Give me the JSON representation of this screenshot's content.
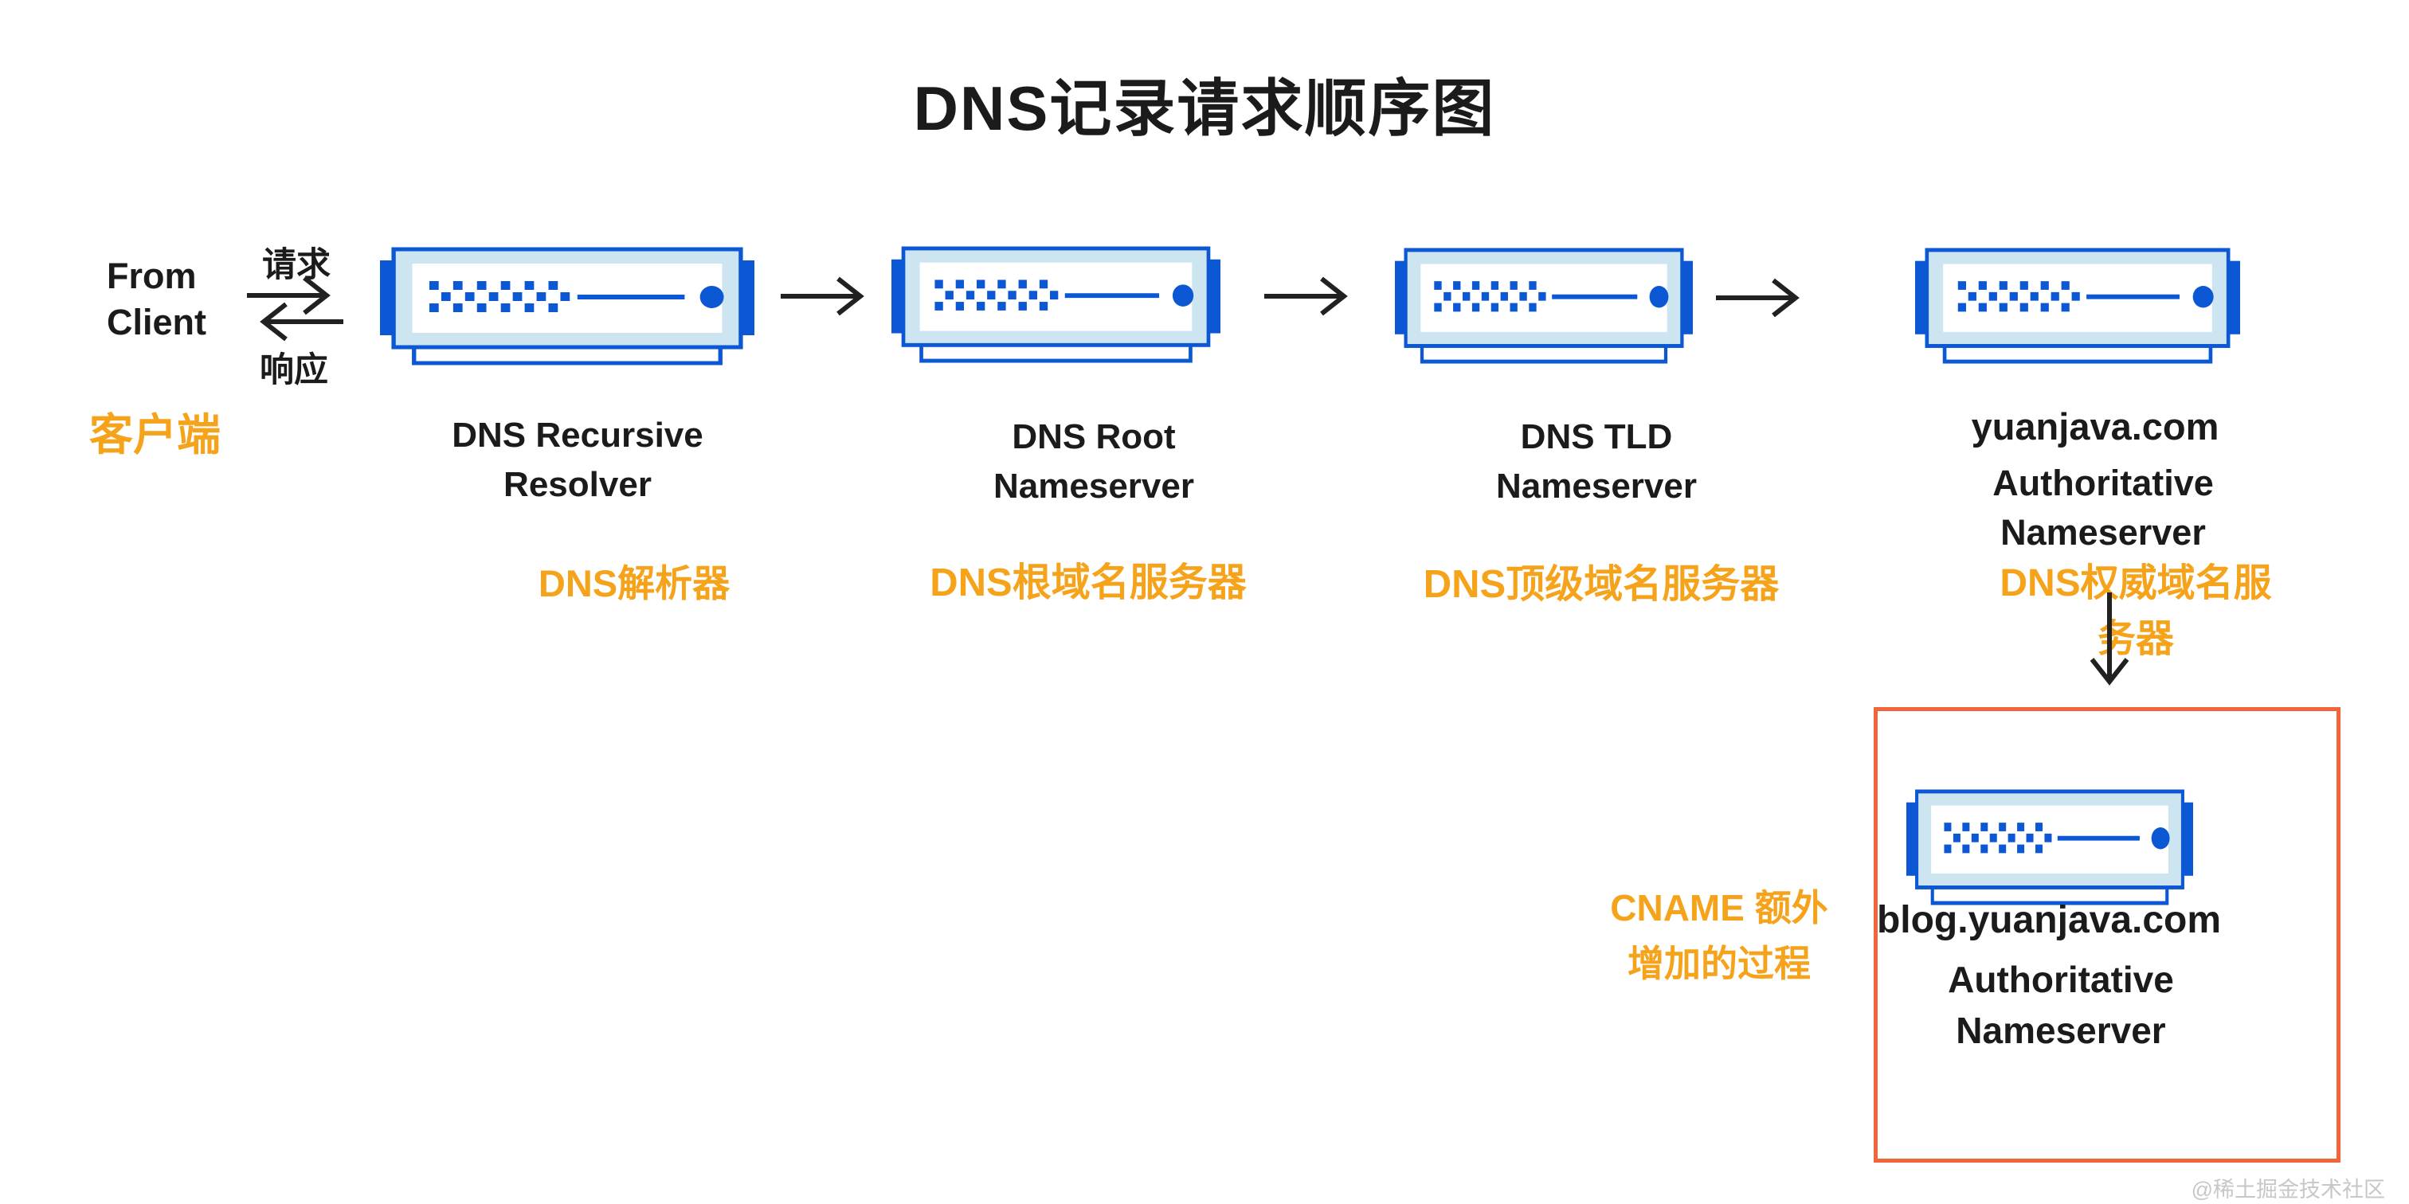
{
  "title": "DNS记录请求顺序图",
  "client": {
    "label_en": "From\nClient",
    "label_cn": "客户端",
    "request_label": "请求",
    "response_label": "响应"
  },
  "servers": [
    {
      "name_en": "DNS Recursive\nResolver",
      "name_cn": "DNS解析器"
    },
    {
      "name_en": "DNS Root\nNameserver",
      "name_cn": "DNS根域名服务器"
    },
    {
      "name_en": "DNS TLD\nNameserver",
      "name_cn": "DNS顶级域名服务器"
    },
    {
      "domain": "yuanjava.com",
      "name_en": "Authoritative\nNameserver",
      "name_cn": "DNS权威域名服务器"
    },
    {
      "domain": "blog.yuanjava.com",
      "name_en": "Authoritative\nNameserver"
    }
  ],
  "cname_note": "CNAME 额外\n增加的过程",
  "watermark": "@稀土掘金技术社区",
  "colors": {
    "server_blue": "#0B57D4",
    "server_lightblue": "#CDE5F1",
    "annotation_gold": "#F6A31C",
    "highlight_box_orange": "#F2653A",
    "text_black": "#1B1B1B"
  }
}
